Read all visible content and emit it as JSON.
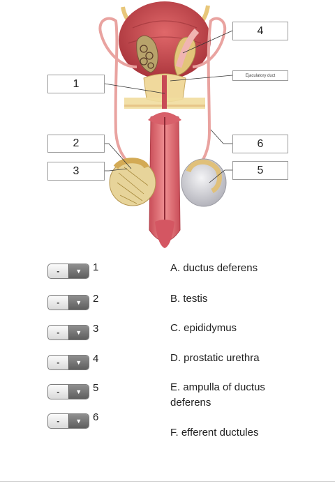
{
  "diagram": {
    "labels": [
      {
        "id": "1",
        "text": "1"
      },
      {
        "id": "2",
        "text": "2"
      },
      {
        "id": "3",
        "text": "3"
      },
      {
        "id": "4",
        "text": "4"
      },
      {
        "id": "5",
        "text": "5"
      },
      {
        "id": "6",
        "text": "6"
      },
      {
        "id": "ejac",
        "text": "Ejaculatory duct"
      }
    ]
  },
  "matching": {
    "selects": [
      {
        "value": "-",
        "number": "1"
      },
      {
        "value": "-",
        "number": "2"
      },
      {
        "value": "-",
        "number": "3"
      },
      {
        "value": "-",
        "number": "4"
      },
      {
        "value": "-",
        "number": "5"
      },
      {
        "value": "-",
        "number": "6"
      }
    ],
    "arrow_glyph": "▼",
    "choices": [
      "A. ductus deferens",
      "B. testis",
      "C. epididymus",
      "D. prostatic urethra",
      "E. ampulla of ductus deferens",
      "F. efferent ductules"
    ]
  },
  "colors": {
    "bladder": "#c8454a",
    "tissue_pink": "#e9a3a0",
    "gland_yellow": "#e8c77a",
    "testis_gray": "#cfcfd4",
    "penis_red": "#d8606a"
  }
}
